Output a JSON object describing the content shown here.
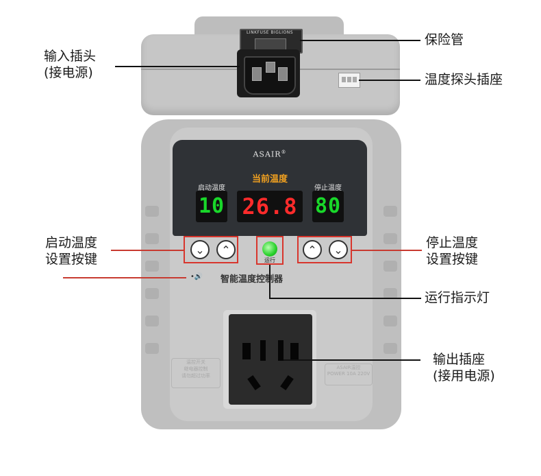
{
  "device": {
    "brand": "ASAIR",
    "brand_mark": "®",
    "current_temp_label": "当前温度",
    "start_temp_label": "启动温度",
    "stop_temp_label": "停止温度",
    "start_temp_value": "10",
    "current_temp_value": "26.8",
    "stop_temp_value": "80",
    "run_label": "运行",
    "product_name": "智能温度控制器",
    "speaker_symbol": "•🔊",
    "fuse_text": "LINKFUSE BIGLIONS",
    "label_left_text": "温控开关\n继电器控制\n请勿超过功率",
    "label_right_text": "ASAIR温控\nPOWER 10A 220V"
  },
  "annotations": {
    "input_plug": "输入插头",
    "input_plug_sub": "(接电源)",
    "fuse": "保险管",
    "probe_socket": "温度探头插座",
    "start_keys_1": "启动温度",
    "start_keys_2": "设置按键",
    "stop_keys_1": "停止温度",
    "stop_keys_2": "设置按键",
    "run_indicator": "运行指示灯",
    "output_socket": "输出插座",
    "output_socket_sub": "(接用电源)"
  },
  "icons": {
    "up": "⌃",
    "down": "⌄"
  },
  "colors": {
    "seg_green": "#19d82a",
    "seg_red": "#ff2b2b",
    "current_label": "#f0a020",
    "annotation_box": "#d8352c"
  }
}
